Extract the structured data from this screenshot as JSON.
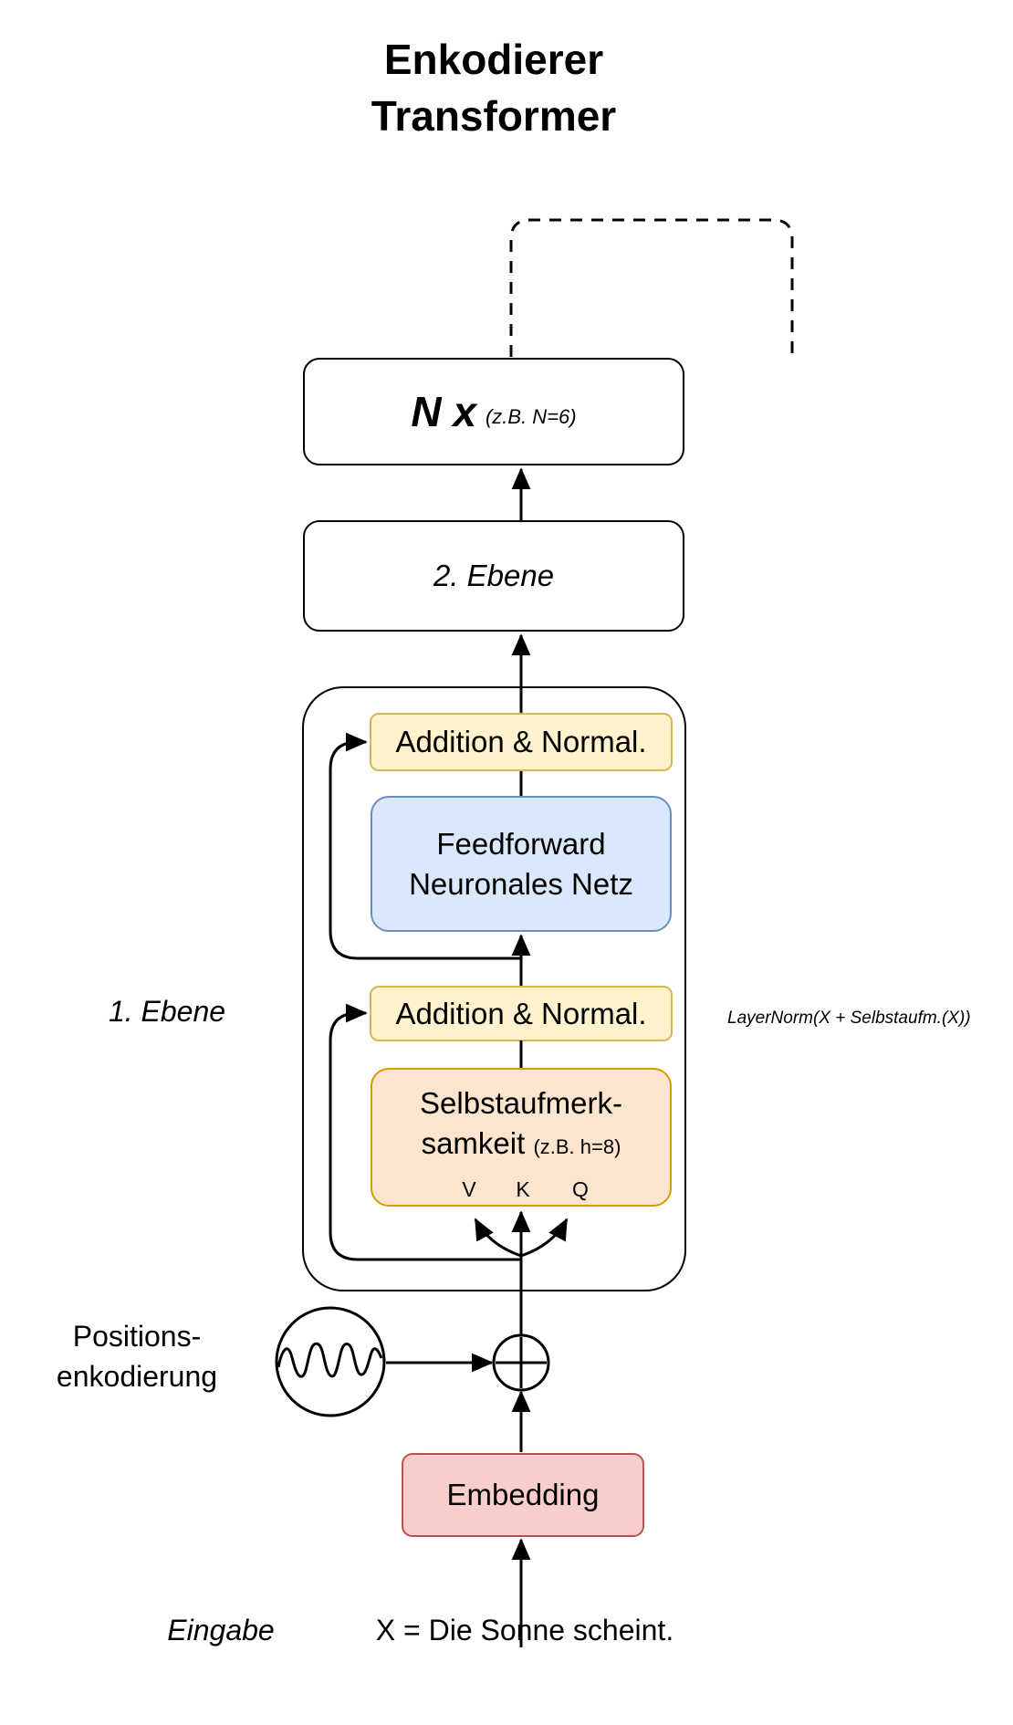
{
  "title": {
    "line1": "Enkodierer",
    "line2": "Transformer"
  },
  "blocks": {
    "n_x": {
      "label": "N x",
      "note": "(z.B. N=6)"
    },
    "layer2": {
      "label": "2. Ebene"
    },
    "add_norm_top": {
      "label": "Addition & Normal."
    },
    "feedforward": {
      "line1": "Feedforward",
      "line2": "Neuronales Netz"
    },
    "add_norm_bottom": {
      "label": "Addition & Normal."
    },
    "self_attention": {
      "line1": "Selbstaufmerk-",
      "line2": "samkeit",
      "note": "(z.B. h=8)",
      "inputs": {
        "v": "V",
        "k": "K",
        "q": "Q"
      }
    },
    "embedding": {
      "label": "Embedding"
    }
  },
  "annotations": {
    "layer1_label": "1. Ebene",
    "layernorm_formula": "LayerNorm(X + Selbstaufm.(X))",
    "positional_encoding": {
      "line1": "Positions-",
      "line2": "enkodierung"
    },
    "input_label": "Eingabe",
    "input_value": "X = Die Sonne scheint."
  },
  "icons": {
    "sine_wave_icon": "positional-encoding signal",
    "plus_circle_icon": "add / combine"
  },
  "colors": {
    "yellow_fill": "#FFF2CC",
    "yellow_stroke": "#D6B656",
    "blue_fill": "#DAE8FC",
    "blue_stroke": "#6C8EBF",
    "orange_fill": "#FBE5CE",
    "orange_stroke": "#D79B00",
    "pink_fill": "#F8CECC",
    "pink_stroke": "#B85450",
    "line": "#000000",
    "background": "#FFFFFF"
  }
}
